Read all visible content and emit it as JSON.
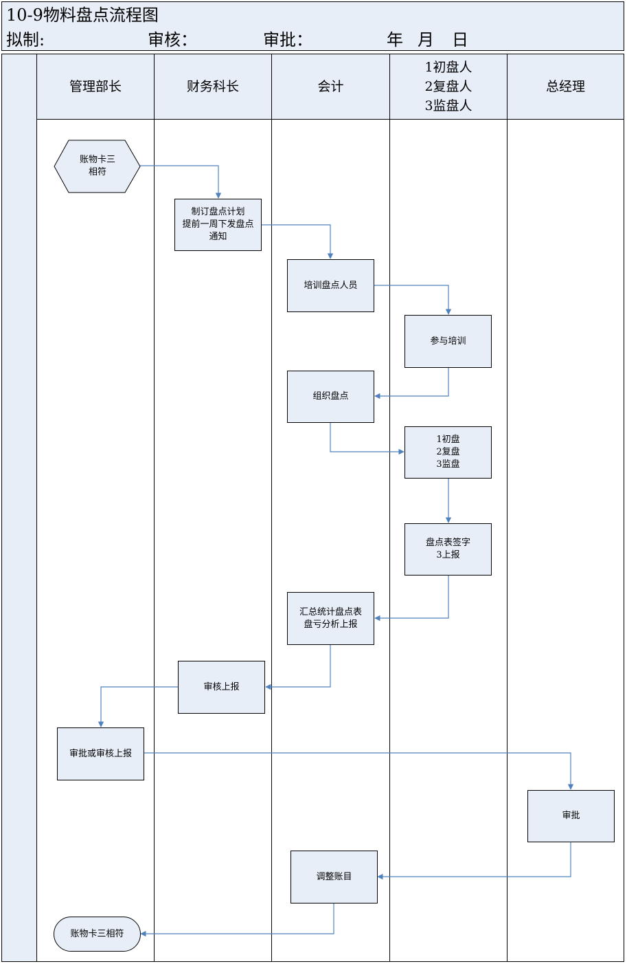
{
  "header": {
    "title": "10-9物料盘点流程图",
    "drafter_label": "拟制:",
    "reviewer_label": "审核：",
    "approver_label": "审批：",
    "date_year": "年",
    "date_month": "月",
    "date_day": "日"
  },
  "lanes": [
    "管理部长",
    "财务科长",
    "会计",
    "1初盘人\n2复盘人\n3监盘人",
    "总经理"
  ],
  "nodes": {
    "start": "账物卡三\n相符",
    "plan": "制订盘点计划\n提前一周下发盘点\n通知",
    "train": "培训盘点人员",
    "attend": "参与培训",
    "organize": "组织盘点",
    "count": "1初盘\n2复盘\n3监盘",
    "sign": "盘点表签字\n3上报",
    "summary": "汇总统计盘点表\n盘亏分析上报",
    "review": "审核上报",
    "approve_or_review": "审批或审核上报",
    "approve": "审批",
    "adjust": "调整账目",
    "end": "账物卡三相符"
  },
  "colors": {
    "fill": "#e8eef8",
    "arrow": "#4f81bd",
    "border": "#000000"
  }
}
